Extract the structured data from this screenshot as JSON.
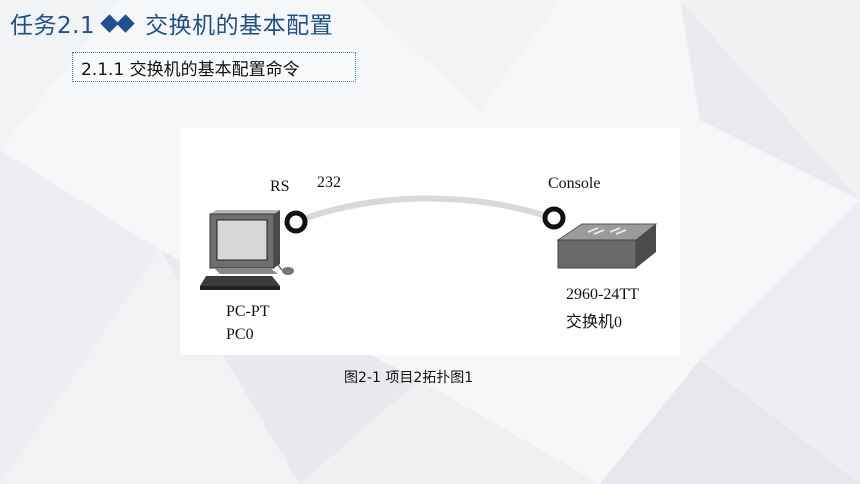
{
  "header": {
    "task_label": "任务2.1",
    "task_title": "交换机的基本配置",
    "section_title": "2.1.1 交换机的基本配置命令"
  },
  "figure": {
    "pc_port_label": "RS",
    "cable_label": "232",
    "switch_port_label": "Console",
    "pc_model": "PC-PT",
    "pc_name": "PC0",
    "switch_model": "2960-24TT",
    "switch_name": "交换机0",
    "caption": "图2-1 项目2拓扑图1"
  },
  "colors": {
    "accent": "#1f4f8f",
    "box_border": "#3d7fc4",
    "cable": "#d9d9d9"
  },
  "icons": [
    "pc-icon",
    "switch-icon",
    "diamond-icon"
  ]
}
